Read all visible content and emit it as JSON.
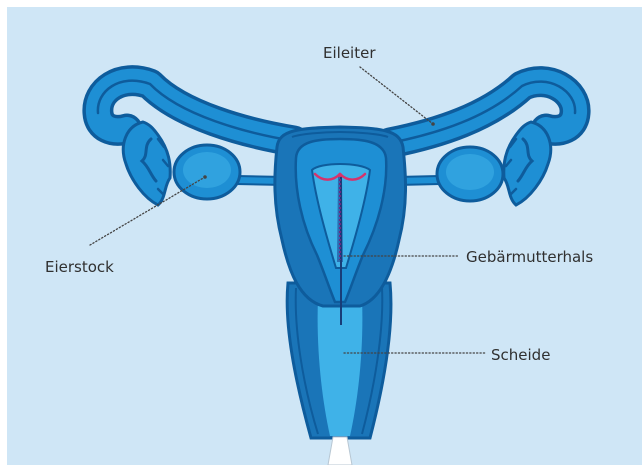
{
  "colors": {
    "background": "#cfe6f6",
    "organ_outer": "#1e8fd4",
    "organ_dark": "#0e5c9c",
    "organ_mid": "#1a75b8",
    "organ_light": "#3fb2e8",
    "canal": "#2a6eb2",
    "coil": "#d6336c",
    "leader_line": "#444444",
    "label_text": "#303030"
  },
  "labels": {
    "eileiter": "Eileiter",
    "eierstock": "Eierstock",
    "gebaermutterhals": "Gebärmutterhals",
    "scheide": "Scheide"
  }
}
